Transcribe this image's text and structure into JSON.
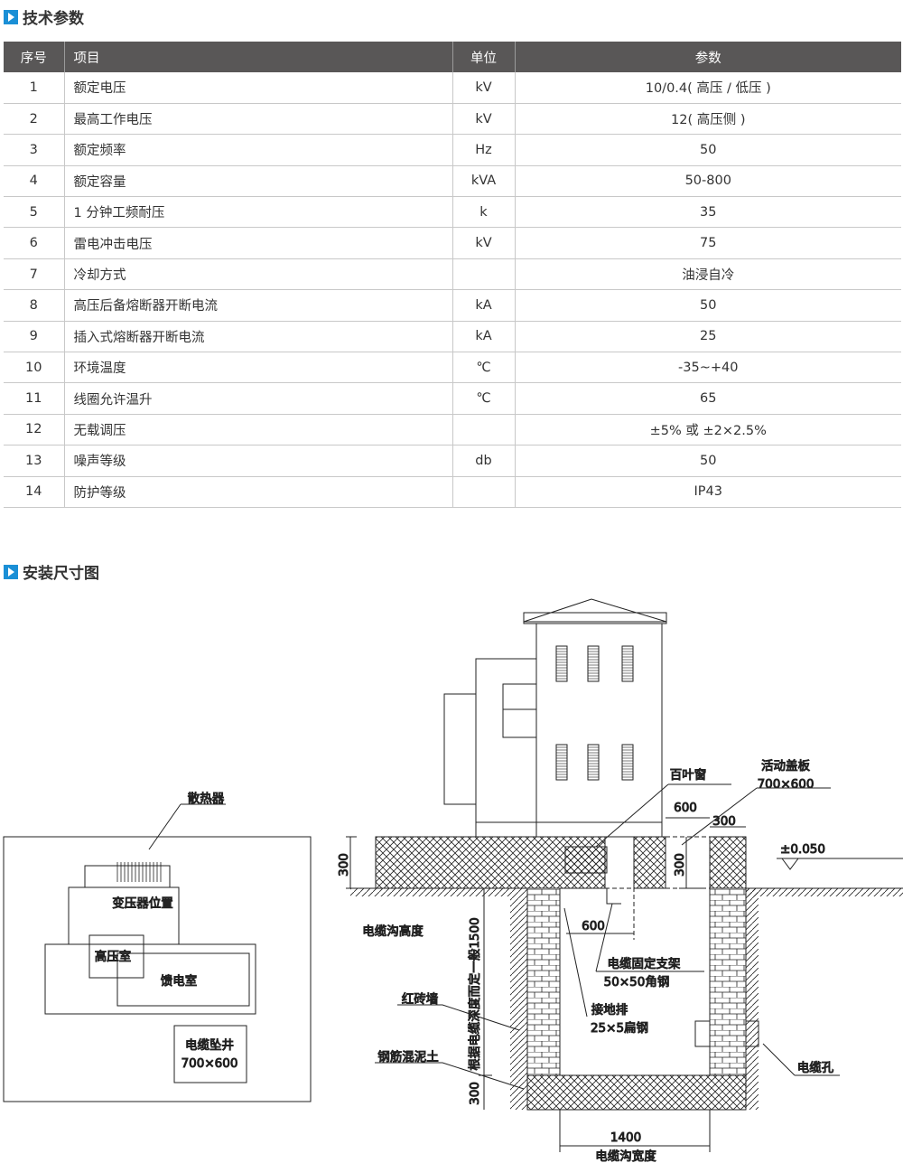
{
  "section1": {
    "title": "技术参数"
  },
  "table": {
    "headers": [
      "序号",
      "项目",
      "单位",
      "参数"
    ],
    "rows": [
      [
        "1",
        "额定电压",
        "kV",
        "10/0.4( 高压 / 低压 )"
      ],
      [
        "2",
        "最高工作电压",
        "kV",
        "12( 高压侧 )"
      ],
      [
        "3",
        "额定频率",
        "Hz",
        "50"
      ],
      [
        "4",
        "额定容量",
        "kVA",
        "50-800"
      ],
      [
        "5",
        "1 分钟工频耐压",
        "k",
        "35"
      ],
      [
        "6",
        "雷电冲击电压",
        "kV",
        "75"
      ],
      [
        "7",
        "冷却方式",
        "",
        "油浸自冷"
      ],
      [
        "8",
        "高压后备熔断器开断电流",
        "kA",
        "50"
      ],
      [
        "9",
        "插入式熔断器开断电流",
        "kA",
        "25"
      ],
      [
        "10",
        "环境温度",
        "℃",
        "-35~+40"
      ],
      [
        "11",
        "线圈允许温升",
        "℃",
        "65"
      ],
      [
        "12",
        "无载调压",
        "",
        "±5% 或 ±2×2.5%"
      ],
      [
        "13",
        "噪声等级",
        "db",
        "50"
      ],
      [
        "14",
        "防护等级",
        "",
        "IP43"
      ]
    ]
  },
  "section2": {
    "title": "安装尺寸图"
  },
  "drawing": {
    "plan": {
      "radiator": "散热器",
      "transformer": "变压器位置",
      "hv_room": "高压室",
      "feeder_room": "馈电室",
      "pit": "电缆坠井",
      "pit_size": "700×600"
    },
    "section": {
      "louver": "百叶窗",
      "cover": "活动盖板",
      "cover_size": "700×600",
      "dim_600_top": "600",
      "dim_300_top": "300",
      "dim_300_left": "300",
      "dim_300_mid": "300",
      "level": "±0.050",
      "trench_height": "电缆沟高度",
      "depth_note": "根据电缆深度而定一般1500",
      "dim_300_bottom": "300",
      "brick_wall": "红砖墙",
      "concrete": "钢筋混泥土",
      "dim_600_inner": "600",
      "bracket": "电缆固定支架",
      "bracket_spec": "50×50角钢",
      "ground_bar": "接地排",
      "ground_spec": "25×5扁钢",
      "cable_hole": "电缆孔",
      "width_dim": "1400",
      "trench_width": "电缆沟宽度"
    }
  }
}
